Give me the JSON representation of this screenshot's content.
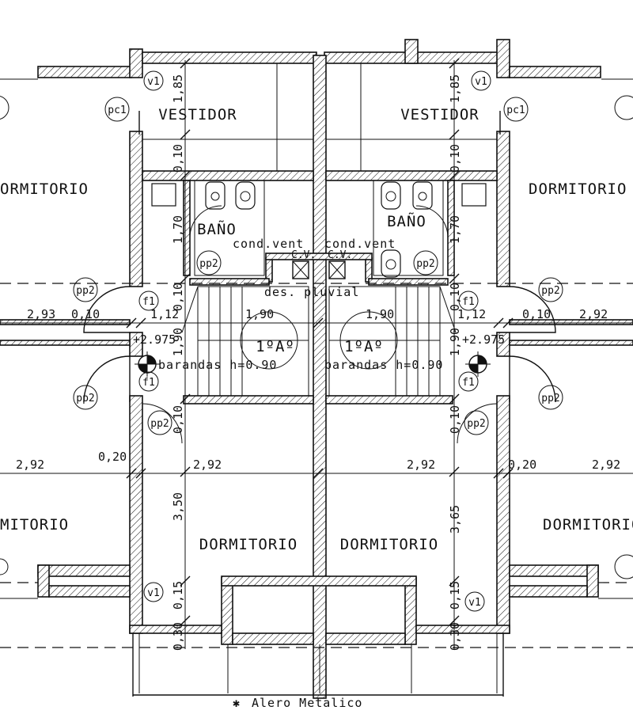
{
  "rooms": {
    "vestidor": "VESTIDOR",
    "bano": "BAÑO",
    "dormitorio": "DORMITORIO",
    "dormitorio_cut_left_top": "ORMITORIO",
    "dormitorio_cut_right_top": "DORMITORIO",
    "dormitorio_cut_left_bottom": "MITORIO",
    "dormitorio_cut_right_bottom": "DORMITORIO"
  },
  "notes": {
    "cond_vent": "cond.vent",
    "cv": "C.V.",
    "des_pluvial": "des. pluvial",
    "level": "1ºAº",
    "barandas": "barandas h=0.90",
    "elevation": "+2.975",
    "alero": "Alero Metalico",
    "alero_mark": "✱"
  },
  "tags": {
    "v1": "v1",
    "pc1": "pc1",
    "pp2": "pp2",
    "f1": "f1"
  },
  "dimensions": {
    "d185": "1,85",
    "d010": "0,10",
    "d170": "1,70",
    "d112": "1,12",
    "d190": "1,90",
    "d293": "2,93",
    "d292": "2,92",
    "d020": "0,20",
    "d350": "3,50",
    "d365": "3,65",
    "d015": "0,15",
    "d030": "0,30"
  }
}
